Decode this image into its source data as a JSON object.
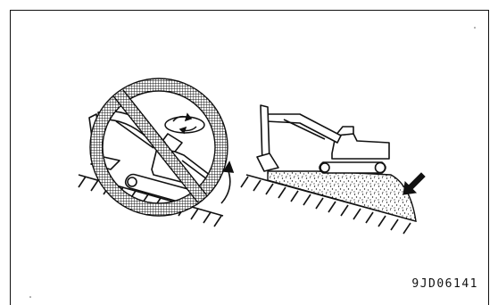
{
  "figure": {
    "code": "9JD06141"
  },
  "panels": [
    {
      "id": "wrong",
      "prohibited": true
    },
    {
      "id": "correct",
      "prohibited": false
    }
  ],
  "colors": {
    "ink": "#111111",
    "paper": "#ffffff"
  },
  "icons": [
    "excavator-icon",
    "prohibition-icon",
    "swing-rotation-icon",
    "tipping-arrow-icon",
    "indicator-arrow-icon"
  ]
}
